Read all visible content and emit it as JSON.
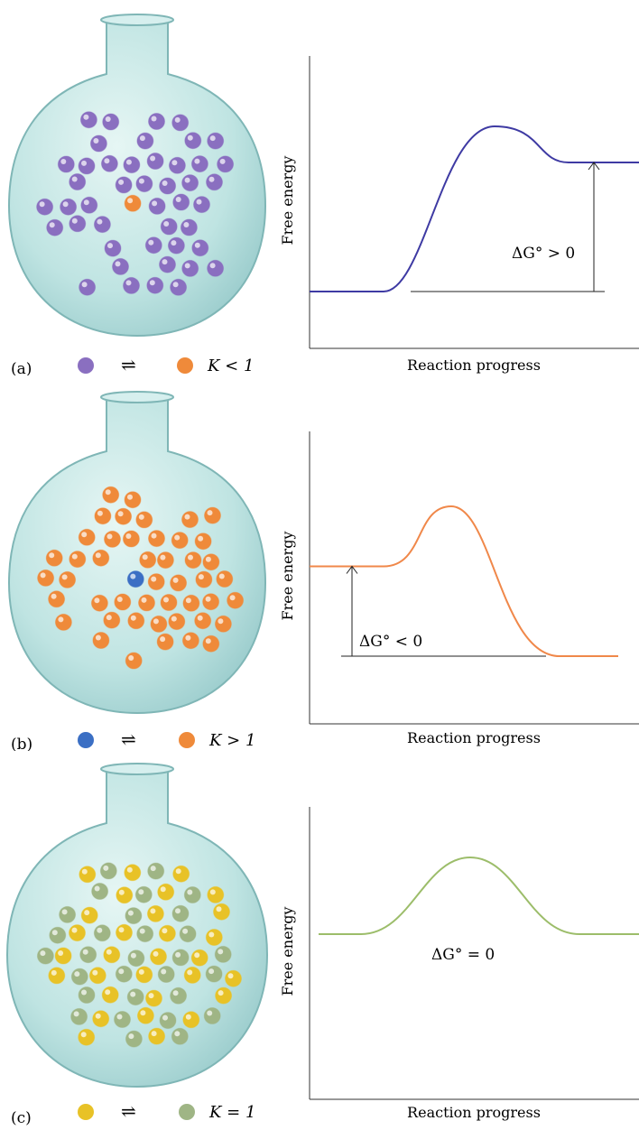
{
  "panels": [
    {
      "label": "(a)",
      "equation": {
        "left_species": "purple",
        "arrow": "⇌",
        "right_species": "orange",
        "k_text": "K < 1"
      },
      "flask": {
        "majority_color": "#8a6fc0",
        "minority_color": "#ef8a3a",
        "minority_count": 1
      },
      "chart": {
        "ylabel": "Free energy",
        "xlabel": "Reaction progress",
        "curve_color": "#3e3aa3",
        "annotation": "ΔG° > 0",
        "levels": {
          "start": 0.0,
          "peak": 0.8,
          "end": 0.48
        },
        "delta_g_sign": "positive"
      }
    },
    {
      "label": "(b)",
      "equation": {
        "left_species": "blue",
        "arrow": "⇌",
        "right_species": "orange",
        "k_text": "K > 1"
      },
      "flask": {
        "majority_color": "#ef8a3a",
        "minority_color": "#3b6fc4",
        "minority_count": 1
      },
      "chart": {
        "ylabel": "Free energy",
        "xlabel": "Reaction progress",
        "curve_color": "#f0884a",
        "annotation": "ΔG° < 0",
        "levels": {
          "start": 0.45,
          "peak": 0.7,
          "end": 0.0
        },
        "delta_g_sign": "negative"
      }
    },
    {
      "label": "(c)",
      "equation": {
        "left_species": "yellow",
        "arrow": "⇌",
        "right_species": "green",
        "k_text": "K = 1"
      },
      "flask": {
        "majority_color": "#e8c227",
        "minority_color": "#9fb585",
        "minority_count": 30
      },
      "chart": {
        "ylabel": "Free energy",
        "xlabel": "Reaction progress",
        "curve_color": "#9cbd6a",
        "annotation": "ΔG° = 0",
        "levels": {
          "start": 0.5,
          "peak": 0.76,
          "end": 0.5
        },
        "delta_g_sign": "zero"
      }
    }
  ]
}
